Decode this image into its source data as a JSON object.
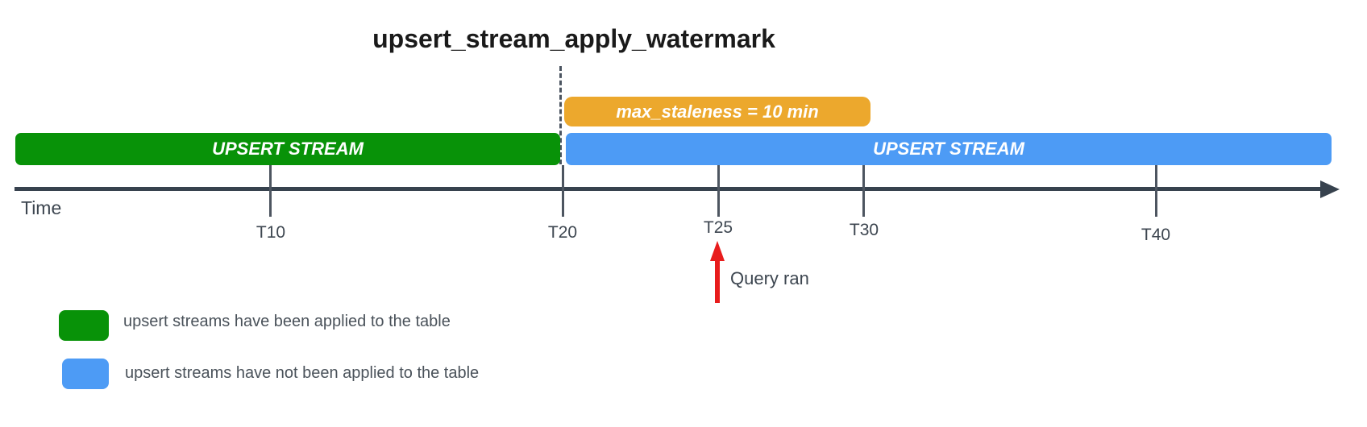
{
  "title": "upsert_stream_apply_watermark",
  "bars": {
    "staleness": {
      "label": "max_staleness = 10 min",
      "color": "#eca82d"
    },
    "applied": {
      "label": "UPSERT STREAM",
      "color": "#089208"
    },
    "pending": {
      "label": "UPSERT STREAM",
      "color": "#4d9bf5"
    }
  },
  "timeline": {
    "axis_label": "Time",
    "ticks": [
      {
        "label": "T10"
      },
      {
        "label": "T20"
      },
      {
        "label": "T25"
      },
      {
        "label": "T30"
      },
      {
        "label": "T40"
      }
    ]
  },
  "annotation": {
    "label": "Query ran",
    "arrow_color": "#e81c1c"
  },
  "legend": {
    "items": [
      {
        "label": "upsert streams have been applied to the table",
        "color": "#089208"
      },
      {
        "label": "upsert streams have not been applied to the table",
        "color": "#4d9bf5"
      }
    ]
  },
  "colors": {
    "applied_green": "#089208",
    "pending_blue": "#4d9bf5",
    "staleness_orange": "#eca82d",
    "axis_dark": "#37424e",
    "arrow_red": "#e81c1c",
    "text_dark": "#3d4650"
  }
}
